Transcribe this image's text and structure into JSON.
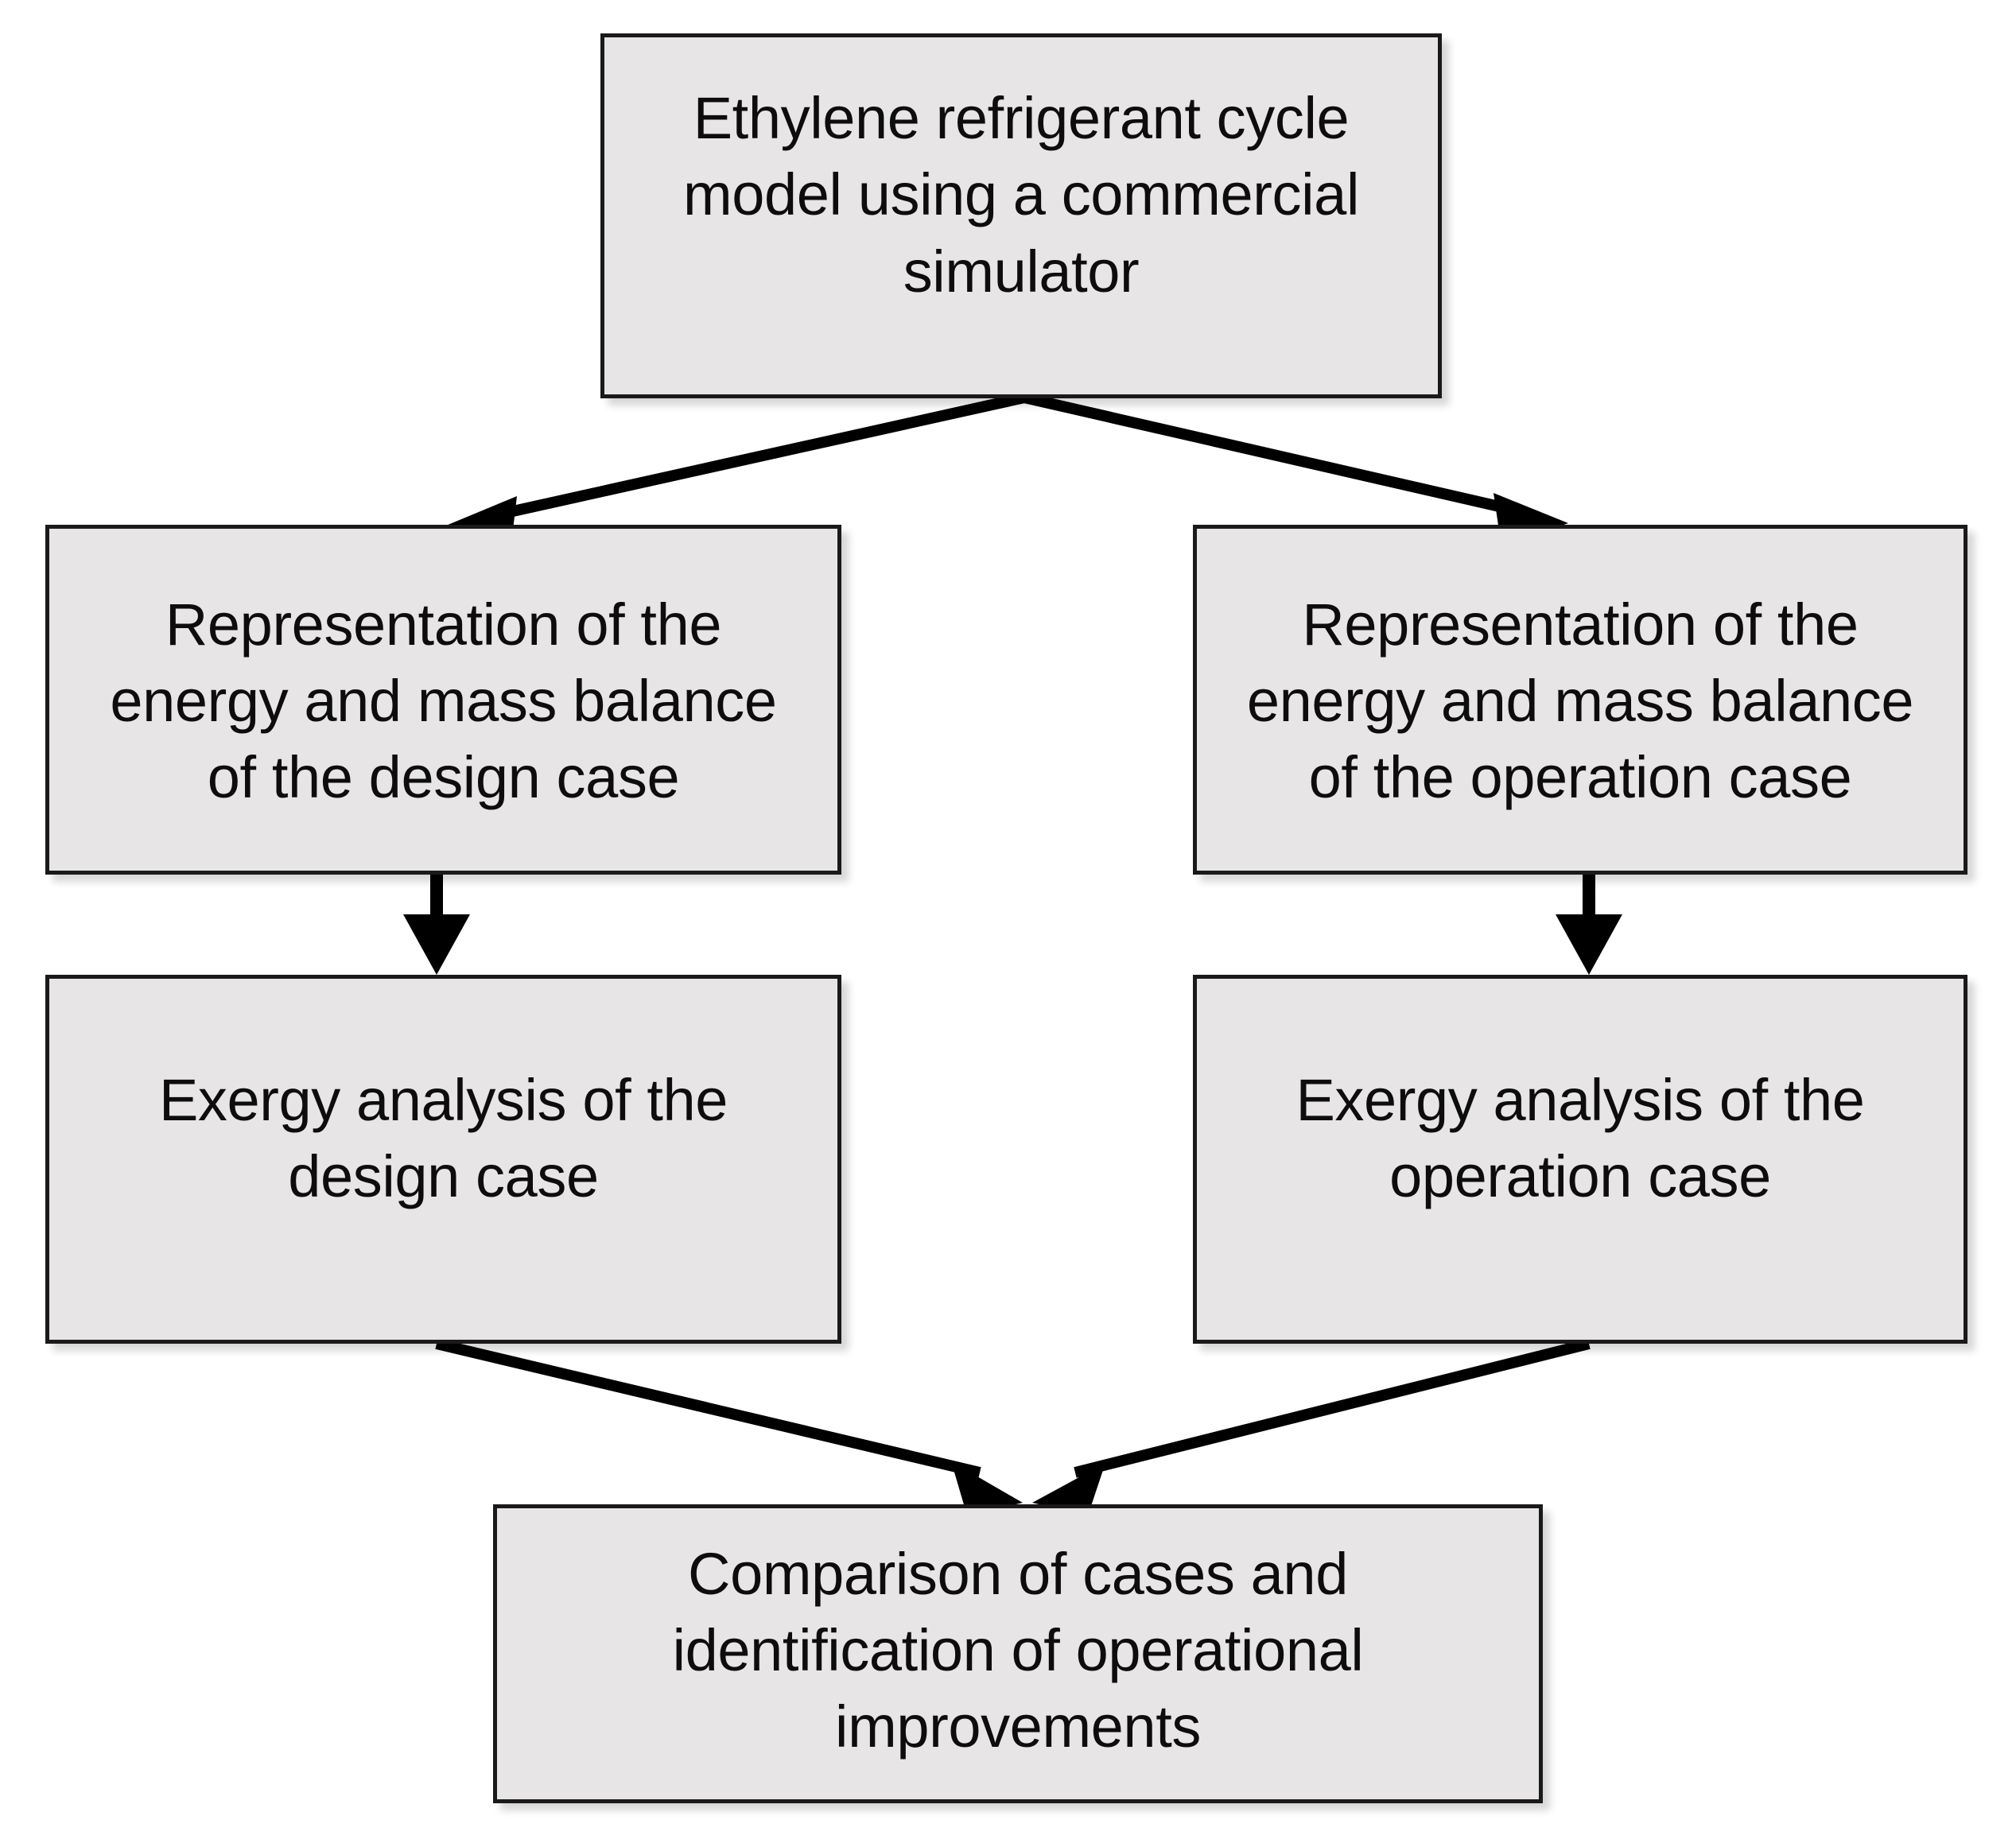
{
  "diagram": {
    "title": "Ethylene refrigerant cycle exergy analysis methodology flowchart",
    "type": "flowchart",
    "background_color": "#FFFFFF",
    "node_fill_color": "#E7E5E6",
    "node_border_color": "#1A1A1A",
    "edge_color": "#000000",
    "text_color": "#0D0D0D",
    "nodes": {
      "top": {
        "id": "node-top",
        "label": "Ethylene refrigerant cycle\nmodel using a commercial\nsimulator"
      },
      "mid_left": {
        "id": "node-mid-left",
        "label": "Representation of the\nenergy and mass balance\nof the design case"
      },
      "mid_right": {
        "id": "node-mid-right",
        "label": "Representation of the\nenergy and mass balance\nof the operation case"
      },
      "low_left": {
        "id": "node-low-left",
        "label": "Exergy analysis of the\ndesign case"
      },
      "low_right": {
        "id": "node-low-right",
        "label": "Exergy analysis of the\noperation case"
      },
      "bottom": {
        "id": "node-bottom",
        "label": "Comparison of cases and\nidentification of operational\nimprovements"
      }
    },
    "edges": [
      {
        "id": "edge-top-to-mid-left",
        "from": "top",
        "to": "mid_left",
        "style": "diagonal-arrow"
      },
      {
        "id": "edge-top-to-mid-right",
        "from": "top",
        "to": "mid_right",
        "style": "diagonal-arrow"
      },
      {
        "id": "edge-mid-left-to-low-left",
        "from": "mid_left",
        "to": "low_left",
        "style": "vertical-arrow"
      },
      {
        "id": "edge-mid-right-to-low-right",
        "from": "mid_right",
        "to": "low_right",
        "style": "vertical-arrow"
      },
      {
        "id": "edge-low-left-to-bottom",
        "from": "low_left",
        "to": "bottom",
        "style": "diagonal-arrow"
      },
      {
        "id": "edge-low-right-to-bottom",
        "from": "low_right",
        "to": "bottom",
        "style": "diagonal-arrow"
      }
    ]
  }
}
